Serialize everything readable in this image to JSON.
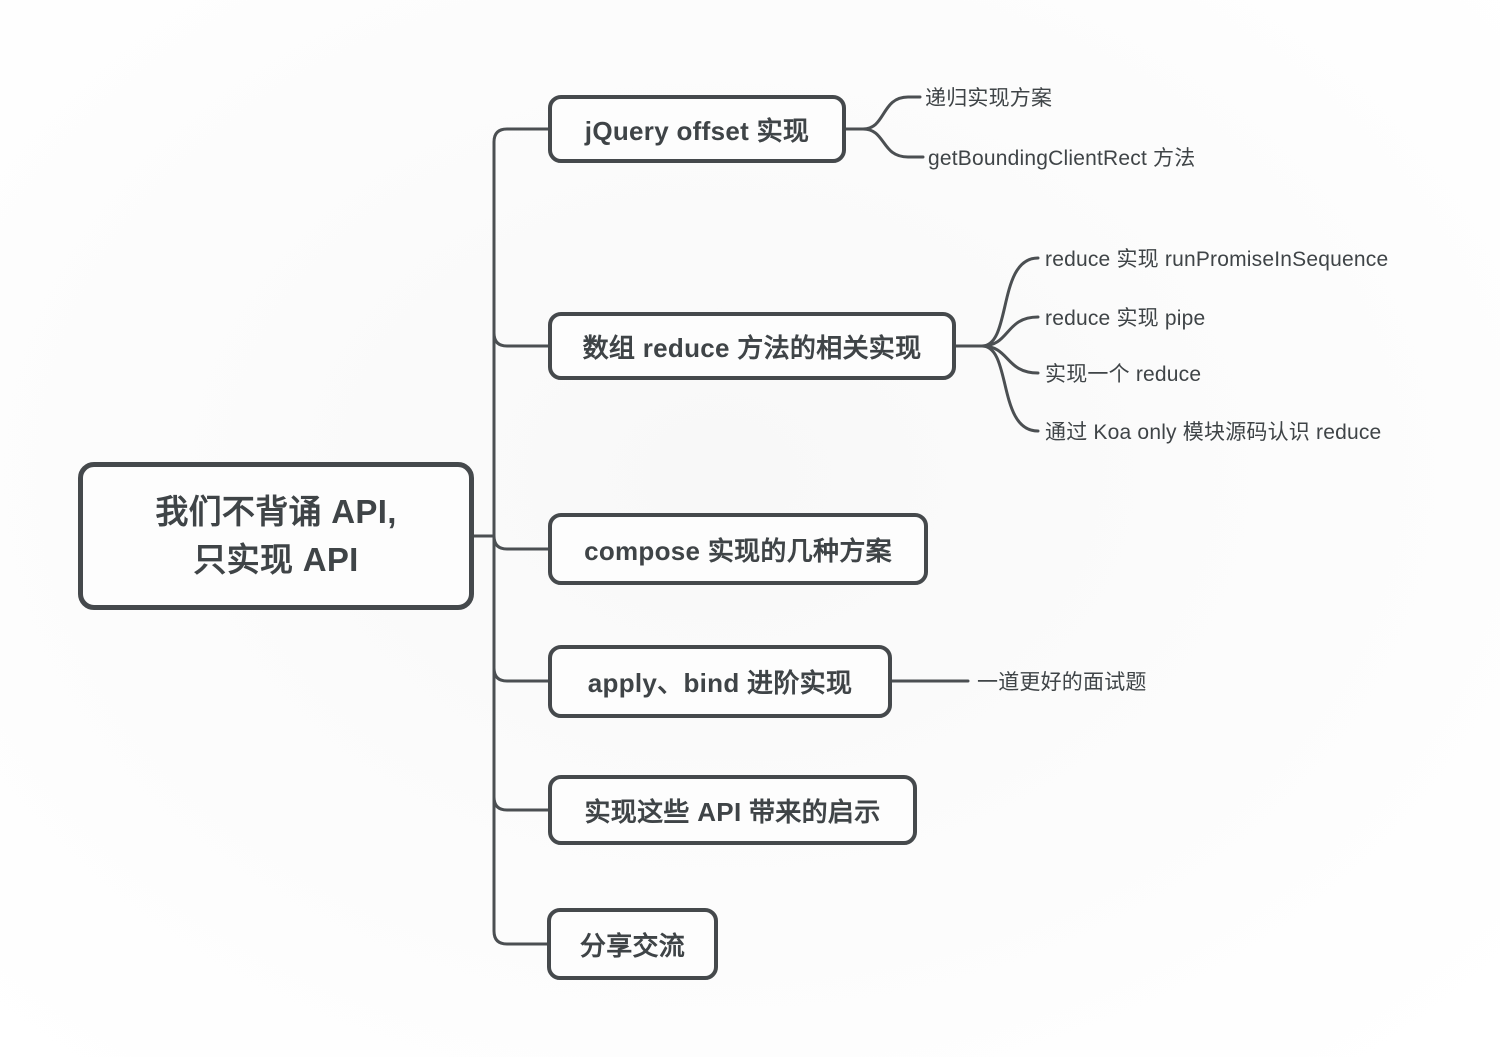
{
  "mindmap": {
    "root": {
      "line1": "我们不背诵 API,",
      "line2": "只实现 API"
    },
    "branches": [
      {
        "label": "jQuery offset 实现",
        "children": [
          "递归实现方案",
          "getBoundingClientRect 方法"
        ]
      },
      {
        "label": "数组 reduce 方法的相关实现",
        "children": [
          "reduce 实现 runPromiseInSequence",
          "reduce 实现 pipe",
          "实现一个 reduce",
          "通过 Koa only 模块源码认识 reduce"
        ]
      },
      {
        "label": "compose 实现的几种方案",
        "children": []
      },
      {
        "label": "apply、bind 进阶实现",
        "children": [
          "一道更好的面试题"
        ]
      },
      {
        "label": "实现这些 API 带来的启示",
        "children": []
      },
      {
        "label": "分享交流",
        "children": []
      }
    ],
    "colors": {
      "node_border": "#45494c",
      "text": "#3f4447",
      "line": "#4b4f52",
      "background": "#fbfbfb"
    }
  }
}
